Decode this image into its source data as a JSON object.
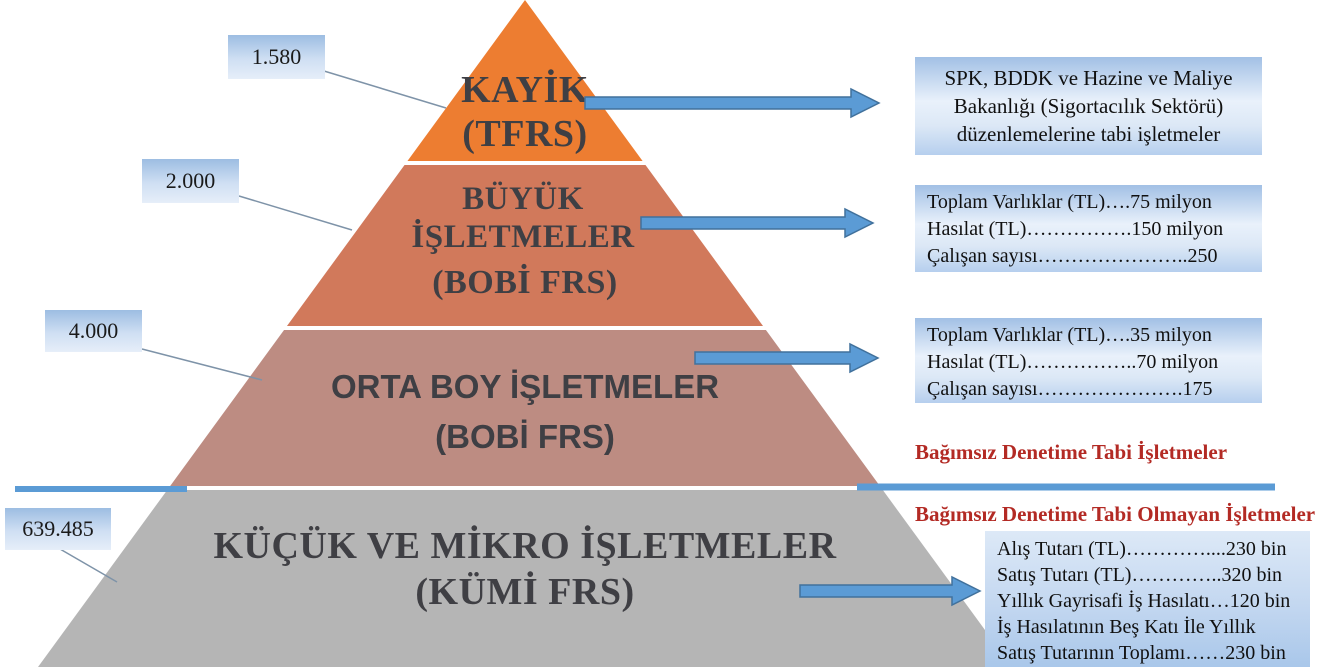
{
  "diagram": {
    "tiers": [
      {
        "title": "KAYİK",
        "subtitle": "(TFRS)",
        "threshold": "1.580",
        "color": "#ED7D31"
      },
      {
        "title": "BÜYÜK İŞLETMELER",
        "subtitle": "(BOBİ FRS)",
        "threshold": "2.000",
        "color": "#D1795B"
      },
      {
        "title": "ORTA BOY İŞLETMELER",
        "subtitle": "(BOBİ FRS)",
        "threshold": "4.000",
        "color": "#BD8C82"
      },
      {
        "title": "KÜÇÜK VE MİKRO İŞLETMELER",
        "subtitle": "(KÜMİ FRS)",
        "threshold": "639.485",
        "color": "#B5B5B5"
      }
    ],
    "info_boxes": [
      {
        "text": "SPK, BDDK ve Hazine ve Maliye Bakanlığı (Sigortacılık Sektörü) düzenlemelerine tabi işletmeler"
      },
      {
        "lines": [
          "Toplam Varlıklar (TL)….75 milyon",
          "Hasılat (TL)…………….150 milyon",
          "Çalışan sayısı…………………..250"
        ]
      },
      {
        "lines": [
          "Toplam Varlıklar (TL)….35 milyon",
          "Hasılat (TL)……………..70 milyon",
          "Çalışan sayısı………………….175"
        ]
      },
      {
        "lines": [
          "Alış Tutarı (TL)…………....230 bin",
          "Satış Tutarı (TL)…………..320 bin",
          "Yıllık Gayrisafi İş Hasılatı…120 bin",
          "İş Hasılatının Beş Katı İle Yıllık",
          "Satış Tutarının Toplamı……230 bin"
        ]
      }
    ],
    "divider": {
      "above_label": "Bağımsız Denetime Tabi İşletmeler",
      "below_label": "Bağımsız Denetime Tabi Olmayan İşletmeler",
      "label_color": "#B32A24",
      "line_color": "#5B9BD5"
    },
    "arrow_color": "#5B9BD5"
  }
}
